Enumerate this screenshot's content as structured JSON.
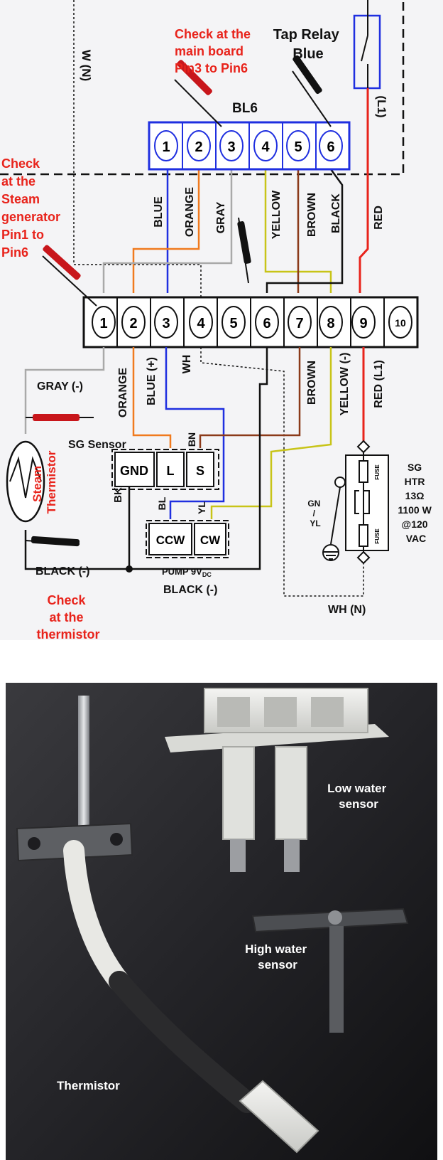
{
  "diagram": {
    "labels": {
      "check_main_board": [
        "Check at the",
        "main board",
        "Pin3 to Pin6"
      ],
      "tap_relay": [
        "Tap Relay",
        "Blue"
      ],
      "w_n_vertical": "W (N)",
      "l1_vertical": "(L1)",
      "bl6": "BL6",
      "check_steam_generator": [
        "Check",
        "at the",
        "Steam",
        "generator",
        "Pin1 to",
        "Pin6"
      ],
      "gray_neg": "GRAY (-)",
      "sg_sensor": "SG Sensor",
      "steam_thermistor": [
        "Steam",
        "Thermistor"
      ],
      "bk": "BK",
      "black_neg_left": "BLACK (-)",
      "black_neg_bottom": "BLACK (-)",
      "check_thermistor": [
        "Check",
        "at the",
        "thermistor"
      ],
      "pump": "PUMP 9V",
      "pump_sub": "DC",
      "gn_yl": [
        "GN",
        "/",
        "YL"
      ],
      "wh_n": "WH (N)",
      "sg_htr": [
        "SG",
        "HTR",
        "13Ω",
        "1100 W",
        "@120",
        "VAC"
      ],
      "fuse": "FUSE"
    },
    "bl6_pins": [
      "1",
      "2",
      "3",
      "4",
      "5",
      "6"
    ],
    "main_pins": [
      "1",
      "2",
      "3",
      "4",
      "5",
      "6",
      "7",
      "8",
      "9",
      "10"
    ],
    "upper_wires": [
      "BLUE",
      "ORANGE",
      "GRAY",
      "YELLOW",
      "BROWN",
      "BLACK",
      "RED"
    ],
    "lower_wires": [
      "ORANGE",
      "BLUE (+)",
      "WH",
      "BROWN",
      "YELLOW (-)",
      "RED (L1)"
    ],
    "sg_sensor_pins": [
      "GND",
      "L",
      "S"
    ],
    "sensor_tags": [
      "BN",
      "BL",
      "YL"
    ],
    "pump_pins": [
      "CCW",
      "CW"
    ],
    "colors": {
      "red": "#e8231b",
      "blue": "#1f2fe0",
      "orange": "#f07a1e",
      "gray": "#a9a9a9",
      "yellow": "#c8c418",
      "brown": "#8b3a1a",
      "black": "#111111"
    }
  },
  "photo": {
    "labels": {
      "low_water": [
        "Low water",
        "sensor"
      ],
      "high_water": [
        "High water",
        "sensor"
      ],
      "thermistor": "Thermistor"
    }
  }
}
